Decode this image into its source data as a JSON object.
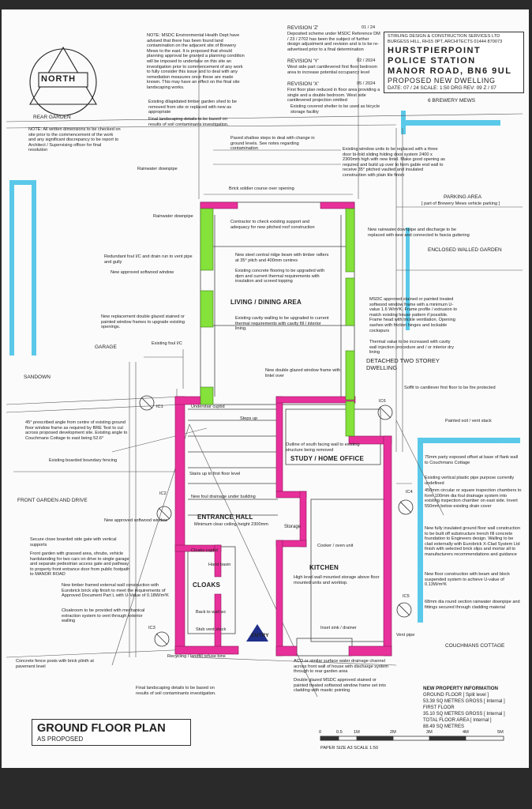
{
  "title_block": {
    "firm": "STIRLING DESIGN & CONSTRUCTION SERVICES LTD",
    "firm_address": "BURGESS HILL, RH15 0PT, ARCHITECTS 01444 870073",
    "line1": "HURSTPIERPOINT",
    "line2": "POLICE STATION",
    "line3": "MANOR ROAD, BN6 9UL",
    "line4": "PROPOSED NEW DWELLING",
    "date_line": "DATE: 07 / 24  SCALE: 1:50  DRG REV: 09 Z / 07"
  },
  "north_label": "NORTH",
  "revisions": [
    {
      "label": "REVISION 'Z'",
      "date": "01 / 24",
      "text": "Deposited scheme under MSDC Reference DM / 23 / 2702 has been the subject of further design adjustment and revision and is to be re-advertised prior to a final determination"
    },
    {
      "label": "REVISION 'Y'",
      "date": "02 / 2024",
      "text": "West side part cantilevered first floor bedroom area to increase potential occupancy level"
    },
    {
      "label": "REVISION 'X'",
      "date": "05 / 2024",
      "text": "First floor plan reduced in floor area providing a single and a double bedroom. West side cantilevered projection omitted"
    }
  ],
  "notes": {
    "msdc_env": "NOTE: MSDC Environmental Health Dept have advised that there has been found land contamination on the adjacent site of Brewery Mews to the east. It is proposed that should planning approval be granted a planning condition will be imposed to undertake on this site an investigation prior to commencement of any work to fully consider this issue and to deal with any remediation measures once these are made known. This may have an effect on the final site landscaping works.",
    "dilapidated": "Existing dilapidated timber garden shed to be removed from site or replaced with new as appropriate",
    "final_landscaping_top": "Final landscaping details to be based on results of soil contaminants investigation.",
    "dimensions": "NOTE: All written dimensions to be checked on site prior to the commencement of the work and any significant discrepancy to be report to Architect / Supervising officer for final resolution",
    "cycle_shelter": "Existing covered shelter to be used as bicycle storage facility",
    "paved_steps": "Paved shallow steps to deal with change in ground levels. See notes regarding contamination",
    "window_units": "Existing window units to be replaced with a three door bi-fold sliding folding door system 2400 x 2300mm high with new lintel. Make good opening as required and build up over to form gable end wall to receive 35° pitched vaulted and insulated construction with plain tile finish",
    "rainwater_top": "Rainwater downpipe",
    "rainwater_mid": "Rainwater downpipe",
    "brick_soldier": "Brick soldier course over opening",
    "contractor": "Contractor to check existing support and adequacy for new pitched roof construction",
    "new_rainwater": "New rainwater downpipe and discharge to be replaced with new and connected to fascia guttering",
    "redundant": "Redundant foul I/C and drain run to vent pipe and gully",
    "approved_softwood_top": "New approved softwood window",
    "steel_beam": "New steel central ridge beam with timber rafters at 35° pitch and 400mm centres",
    "concrete_floor": "Existing concrete flooring to be upgraded with dpm and current thermal requirements with insulation and screed topping",
    "msdc_window": "MSDC approved stained or painted treated softwood window frame with a minimum U-value 1.6 W/m²K. Frame profile / extrusion to match existing house pattern if possible. Frame head with trickle ventilation. Opening sashes with friction hinges and lockable cockspurs",
    "replacement_glazed": "New replacement double glazed stained or painted window frames to upgrade existing openings.",
    "cavity_walling": "Existing cavity walling to be upgraded to current thermal requirements with cavity fill / interior lining.",
    "thermal_value": "Thermal value to be increased with cavity wall injection procedure and / or interior dry lining",
    "foul_ic": "Existing foul I/C",
    "new_window_frame": "New double glazed window frame with lintel over",
    "soffit": "Soffit to cantilever first floor to be fire protected",
    "underfloor": "Understair cupbd",
    "steps_up": "Steps up",
    "angle_45": "45° prescribed angle from centre of existing ground floor window frame as required by BRE Test to cut across proposed development site. Existing angle to Couchmans Cottage to east being 52.6°",
    "boarded_fencing": "Existing boarded boundary fencing",
    "outline_south": "Outline of south facing wall to existing structure being removed",
    "painted_soil": "Painted soil / vent stack",
    "party_exposed": "75mm party exposed offset at base of flank wall to Couchmans Cottage",
    "vertical_plastic": "Existing vertical plastic pipe purpose currently undefined",
    "stairs_first": "Stairs up to first floor level",
    "foul_drainage": "New foul drainage under building",
    "inspection_chambers": "450mm circular or square inspection chambers to form 100mm dia foul drainage system into existing inspection chamber on east side. Invert 550mm below existing drain cover",
    "approved_softwood_mid": "New approved softwood window",
    "ceiling_height": "Minimum clear ceiling height 2300mm",
    "secure_gate": "Secure close boarded side gate with vertical supports",
    "front_garden": "Front garden with grassed area, shrubs, vehicle hardstanding for two cars on drive to single garage and separate pedestrian access gate and pathway to property front entrance door from public footpath to MANOR ROAD",
    "cloaks_cupbd": "Cloaks cupbd",
    "hand_basin": "Hand basin",
    "cooker": "Cooker / oven unit",
    "insulated_floor": "New fully insulated ground floor wall construction to be built off substructure trench fill concrete foundation to Engineers design. Walling to be clad externally with Eurobrick X-Clad System Ltd finish with selected brick slips and mortar all to manufacturers recommendations and guidance",
    "timber_frame": "New timber framed external wall construction with Eurobrick brick slip finish to meet the requirements of Approved Document Part L with U-Value of 0.18W/m²K",
    "cloakroom": "Cloakroom to be provided with mechanical extraction system to vent through exterior walling",
    "storage_above": "High level wall mounted storage above floor mounted units and worktop.",
    "beam_block": "New floor construction with beam and block suspended system to achieve U-value of 0.13W/m²K",
    "back_wc": "Back to wall wc",
    "inset_sink": "Inset sink / drainer",
    "vent_pipe": "Vent pipe",
    "round_section": "68mm dia round section rainwater downpipe and fittings secured through cladding material",
    "stub_vent": "Stub vent stack",
    "recycling": "Recycling / landfill refuse bins",
    "concrete_posts": "Concrete fence posts with brick plinth at pavement level",
    "aco_channel": "ACO or similar surface water drainage channel across front wall of house with discharge system through to rear garden area",
    "double_glazed_door": "Double glazed MSDC approved stained or painted treated softwood window frame set into cladding with mastic pointing",
    "final_landscaping_bottom": "Final landscaping details to be based on results of soil contaminants investigation."
  },
  "area_labels": {
    "rear_garden": "REAR GARDEN",
    "brewery_mews": "6 BREWERY MEWS",
    "parking": "PARKING AREA",
    "parking_sub": "[ part of Brewery Mews vehicle parking ]",
    "walled_garden": "ENCLOSED WALLED GARDEN",
    "garage": "GARAGE",
    "sandown": "SANDOWN",
    "detached": "DETACHED TWO STOREY DWELLING",
    "front_garden": "FRONT GARDEN AND DRIVE",
    "couchmans": "COUCHMANS COTTAGE"
  },
  "rooms": {
    "living": "LIVING / DINING AREA",
    "study": "STUDY / HOME OFFICE",
    "entrance": "ENTRANCE HALL",
    "storage": "Storage",
    "kitchen": "KITCHEN",
    "cloaks": "CLOAKS",
    "entry": "ENTRY"
  },
  "ic_labels": [
    "IC1",
    "IC2",
    "IC3",
    "IC4",
    "IC5",
    "IC6"
  ],
  "property_info": {
    "heading": "NEW PROPERTY INFORMATION",
    "ground": "GROUND FLOOR [ Split level ]",
    "ground_area": "53.39 SQ METRES GROSS [ Internal ]",
    "first": "FIRST FLOOR",
    "first_area": "35.10 SQ METRES GROSS [ Internal ]",
    "total": "TOTAL FLOOR AREA [ Internal ]",
    "total_area": "88.49 SQ METRES"
  },
  "plan_title": "GROUND FLOOR PLAN",
  "plan_subtitle": "AS PROPOSED",
  "scale_bar": {
    "ticks": [
      "0",
      "0.5",
      "1M",
      "2M",
      "3M",
      "4M",
      "5M"
    ],
    "caption": "PAPER SIZE A3   SCALE 1:50"
  },
  "colors": {
    "new_wall": "#e8309b",
    "existing_upgraded": "#84e23a",
    "boundary_highlight": "#3ec1e6",
    "ink": "#222222",
    "sheet": "#fbfbfb",
    "entry_arrow": "#1f2f8a"
  }
}
